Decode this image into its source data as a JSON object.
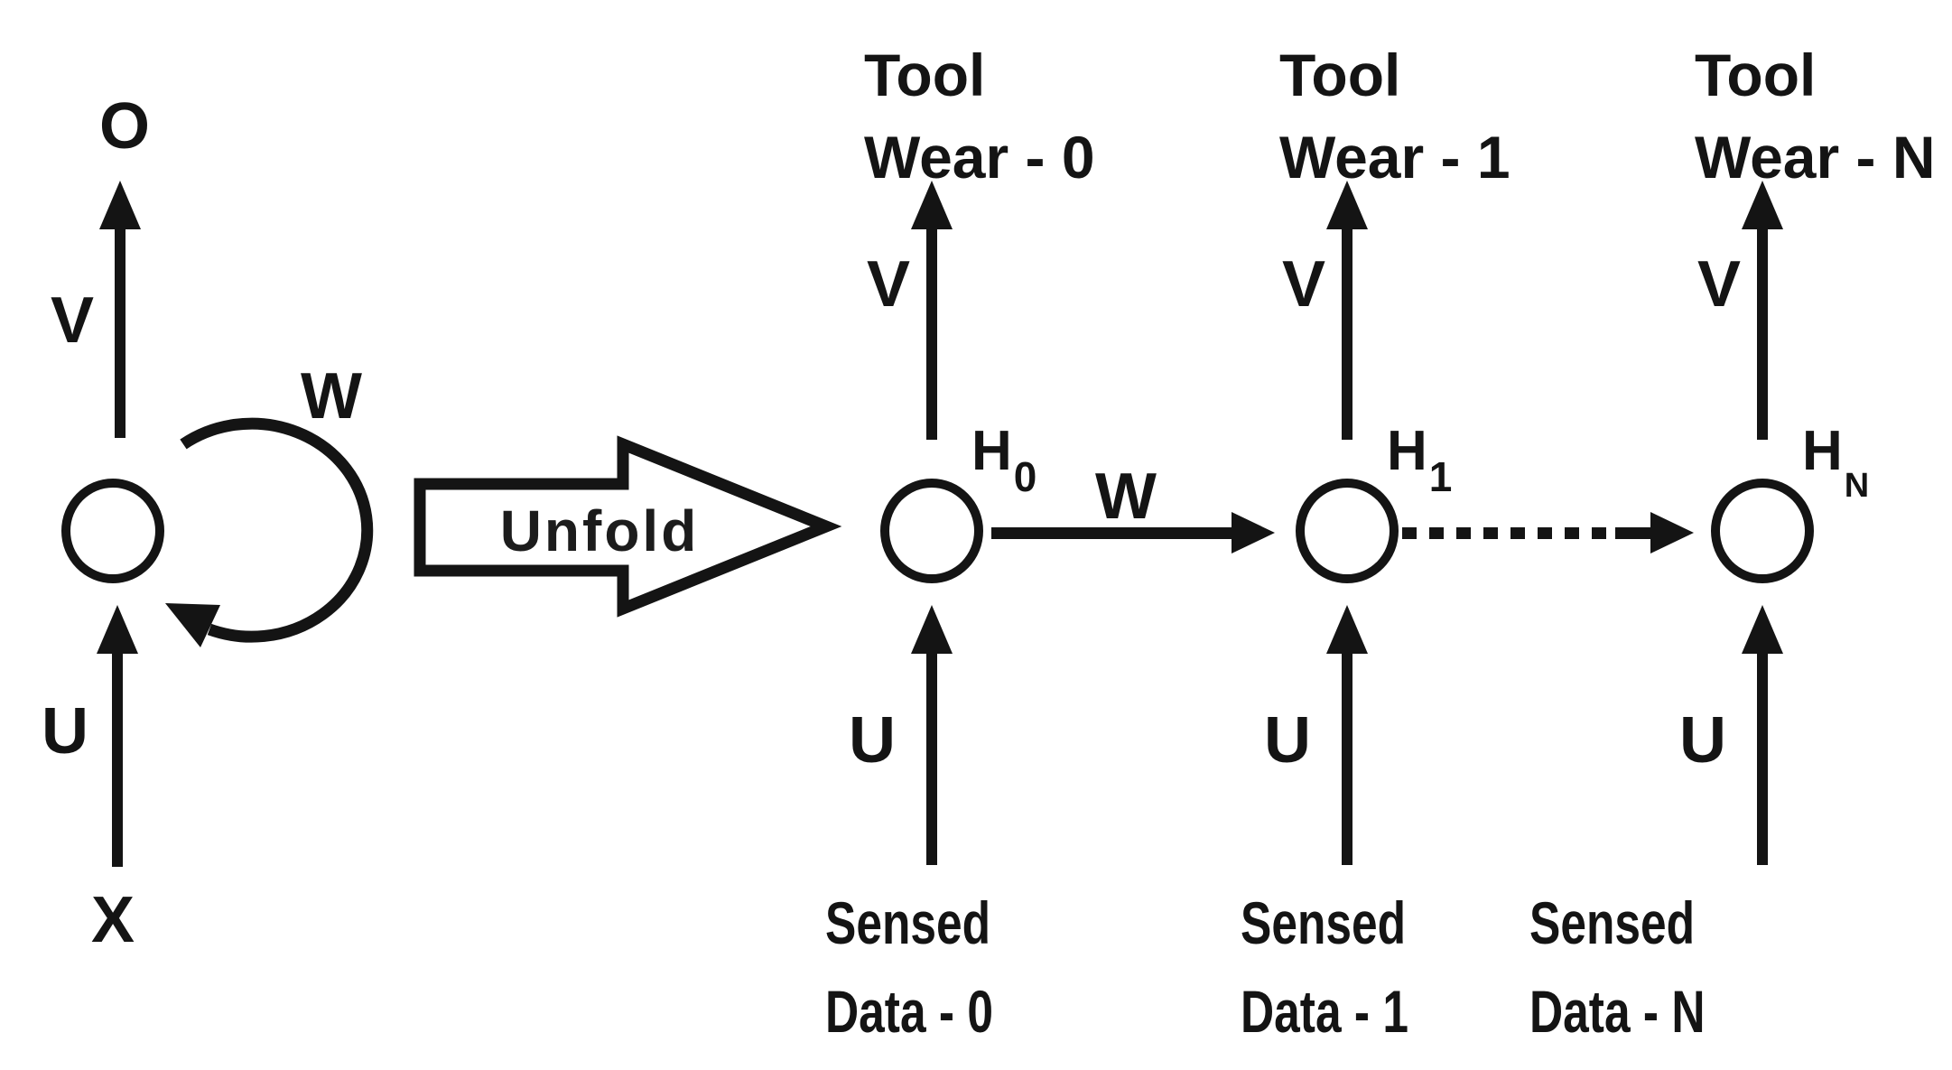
{
  "figure": {
    "background": "#ffffff",
    "ink": "#141414",
    "folded_unit": {
      "output_label": "O",
      "input_label": "X",
      "output_weight_label": "V",
      "recurrent_weight_label": "W",
      "input_weight_label": "U"
    },
    "transform_label": "Unfold",
    "unfolded": {
      "recurrent_weight_label": "W",
      "columns": [
        {
          "output_top": "Tool",
          "output_bottom": "Wear - 0",
          "output_weight": "V",
          "hidden": "H",
          "hidden_sub": "0",
          "input_weight": "U",
          "input_top": "Sensed",
          "input_bottom": "Data - 0"
        },
        {
          "output_top": "Tool",
          "output_bottom": "Wear - 1",
          "output_weight": "V",
          "hidden": "H",
          "hidden_sub": "1",
          "input_weight": "U",
          "input_top": "Sensed",
          "input_bottom": "Data - 1"
        },
        {
          "output_top": "Tool",
          "output_bottom": "Wear - N",
          "output_weight": "V",
          "hidden": "H",
          "hidden_sub": "N",
          "input_weight": "U",
          "input_top": "Sensed",
          "input_bottom": "Data - N"
        }
      ]
    }
  }
}
